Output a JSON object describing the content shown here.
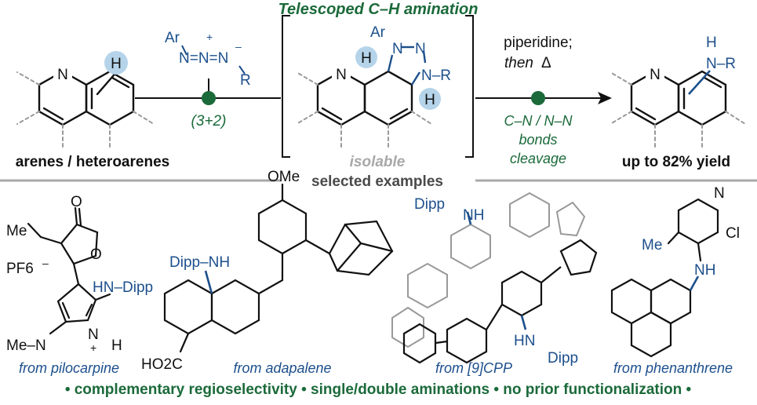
{
  "title": "Telescoped C–H amination",
  "reagent": {
    "ar": "Ar",
    "azide": "N=N=N",
    "plus": "+",
    "minus": "–",
    "r": "R",
    "step": "(3+2)"
  },
  "substrate": {
    "n": "N",
    "h": "H",
    "label": "arenes / heteroarenes"
  },
  "intermediate": {
    "ar": "Ar",
    "n": "N",
    "h1": "H",
    "h2": "H",
    "nr": "N–R",
    "isolable": "isolable"
  },
  "conditions": {
    "line1": "piperidine;",
    "line2_pre": "then",
    "line2_sym": "Δ",
    "cleavage1": "C–N / N–N",
    "cleavage2": "bonds",
    "cleavage3": "cleavage"
  },
  "product": {
    "n": "N",
    "h": "H",
    "nr": "N–R",
    "label": "up to 82% yield"
  },
  "examples_heading": "selected examples",
  "examples": [
    {
      "source": "from pilocarpine",
      "labels": [
        "O",
        "O",
        "Me",
        "PF6",
        "HN–Dipp",
        "Me–N",
        "N",
        "+",
        "H",
        "–"
      ]
    },
    {
      "source": "from adapalene",
      "labels": [
        "OMe",
        "Dipp–NH",
        "HO2C"
      ]
    },
    {
      "source": "from [9]CPP",
      "labels": [
        "Dipp",
        "NH",
        "HN",
        "Dipp"
      ]
    },
    {
      "source": "from phenanthrene",
      "labels": [
        "N",
        "Me",
        "Cl",
        "NH"
      ]
    }
  ],
  "footer": "• complementary regioselectivity • single/double aminations • no prior functionalization •",
  "colors": {
    "blue": "#1c4f8c",
    "green": "#1b6a3a",
    "highlight": "#b5d4ea",
    "grey": "#a8a8a8"
  }
}
